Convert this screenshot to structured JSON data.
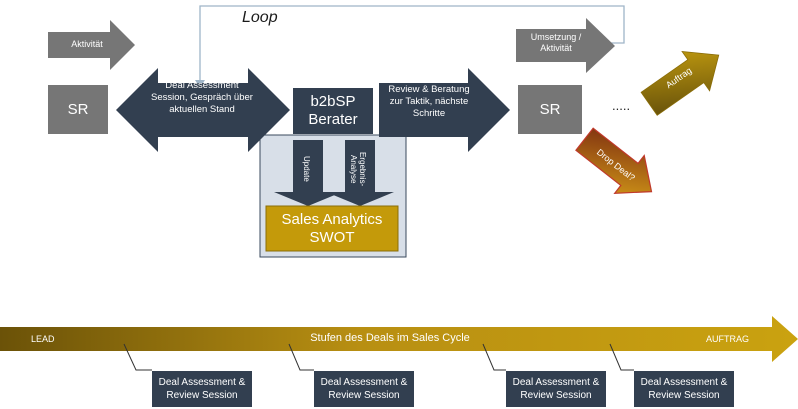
{
  "loop_label": "Loop",
  "activity_label": "Aktivität",
  "umsetzung_label": "Umsetzung /\nAktivität",
  "sr_left": "SR",
  "sr_right": "SR",
  "deal_assessment_text": "Deal Assessment\nSession, Gespräch über\naktuellen Stand",
  "berater_title": "b2bSP\nBerater",
  "review_text": "Review & Beratung\nzur Taktik, nächste\nSchritte",
  "update_label": "Update",
  "ergebnis_label": "Ergebnis-\nAnalyse",
  "sales_analytics": "Sales Analytics\nSWOT",
  "ellipsis": ".....",
  "auftrag_arrow": "Auftrag",
  "drop_deal": "Drop Deal?",
  "timeline": {
    "start": "LEAD",
    "center": "Stufen des Deals  im Sales Cycle",
    "end": "AUFTRAG"
  },
  "sessions": [
    "Deal Assessment &\nReview Session",
    "Deal Assessment &\nReview Session",
    "Deal Assessment &\nReview Session",
    "Deal Assessment &\nReview Session"
  ],
  "colors": {
    "dark_navy": "#323f50",
    "gray": "#767676",
    "gold": "#c49a0a",
    "olive_dark": "#6b5208",
    "red_border": "#c0392b",
    "swot_bg": "#d8dfe8",
    "loop_line": "#9fb5c8"
  }
}
